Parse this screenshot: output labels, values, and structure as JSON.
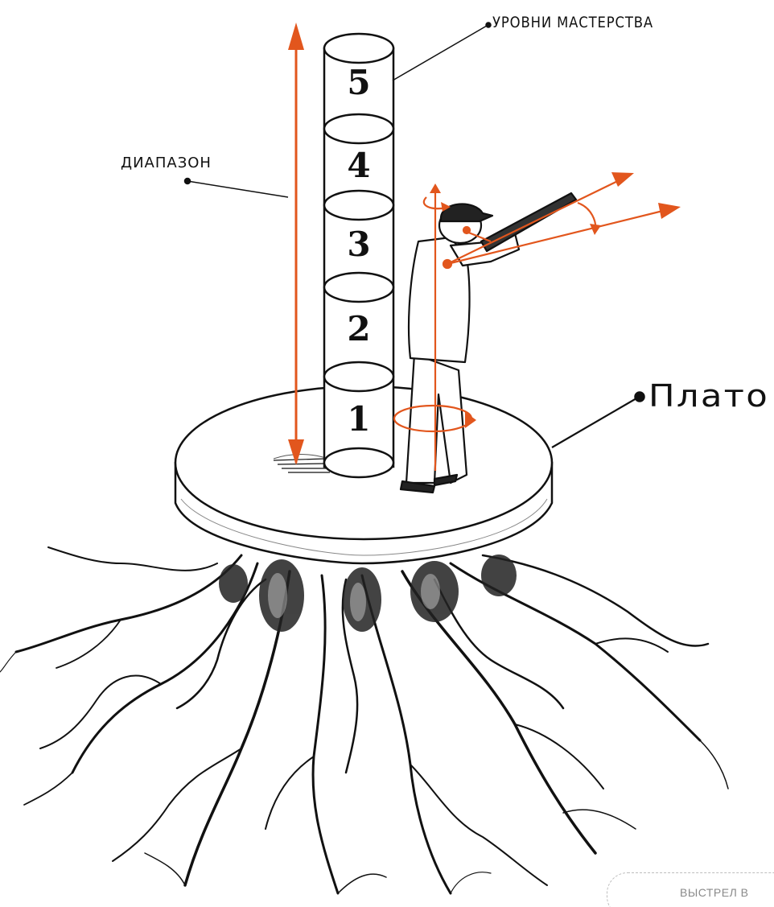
{
  "labels": {
    "levels": "УРОВНИ МАСТЕРСТВА",
    "range": "ДИАПАЗОН",
    "plateau": "Плато"
  },
  "levels": [
    "1",
    "2",
    "3",
    "4",
    "5"
  ],
  "watermark": "ВЫСТРЕЛ В",
  "colors": {
    "accent": "#e2561d",
    "ink": "#111111",
    "background": "#ffffff"
  }
}
